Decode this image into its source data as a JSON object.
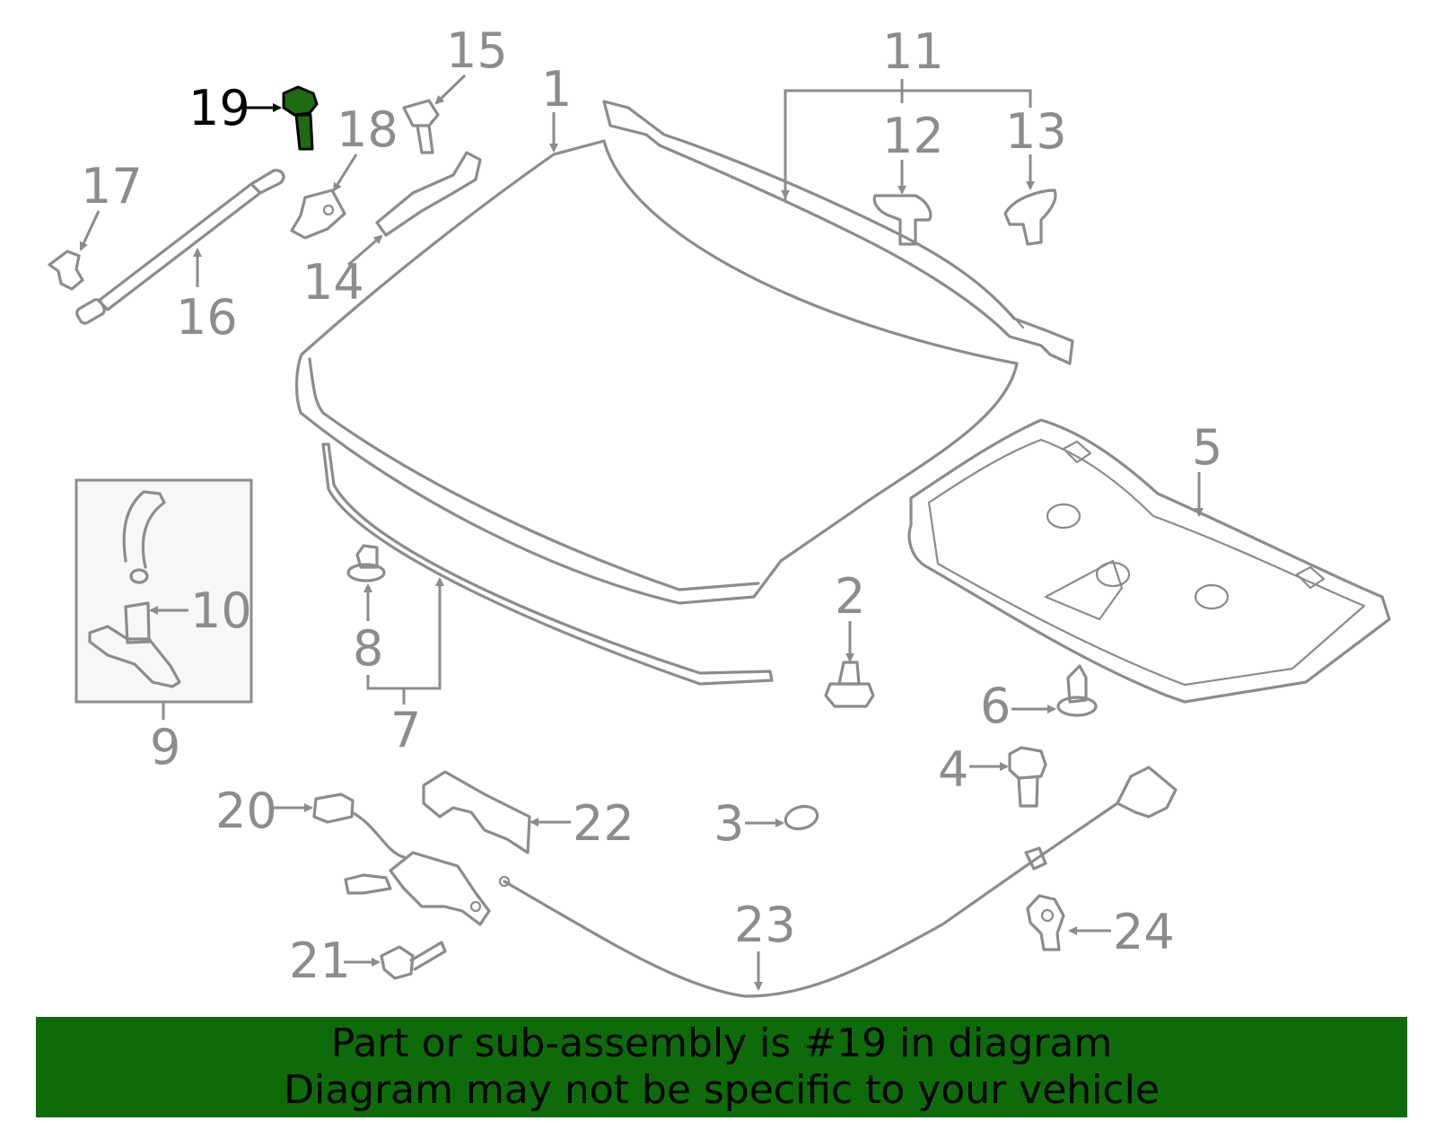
{
  "callouts": {
    "c1": "1",
    "c2": "2",
    "c3": "3",
    "c4": "4",
    "c5": "5",
    "c6": "6",
    "c7": "7",
    "c8": "8",
    "c9": "9",
    "c10": "10",
    "c11": "11",
    "c12": "12",
    "c13": "13",
    "c14": "14",
    "c15": "15",
    "c16": "16",
    "c17": "17",
    "c18": "18",
    "c19": "19",
    "c20": "20",
    "c21": "21",
    "c22": "22",
    "c23": "23",
    "c24": "24"
  },
  "highlight": {
    "part": "19",
    "color": "#1f6b12"
  },
  "banner": {
    "line1": "Part or sub-assembly is #19 in diagram",
    "line2": "Diagram may not be specific to your vehicle",
    "background": "#0e6b0a"
  },
  "colors": {
    "line": "#8c8c8c",
    "highlight_outline": "#000000"
  }
}
